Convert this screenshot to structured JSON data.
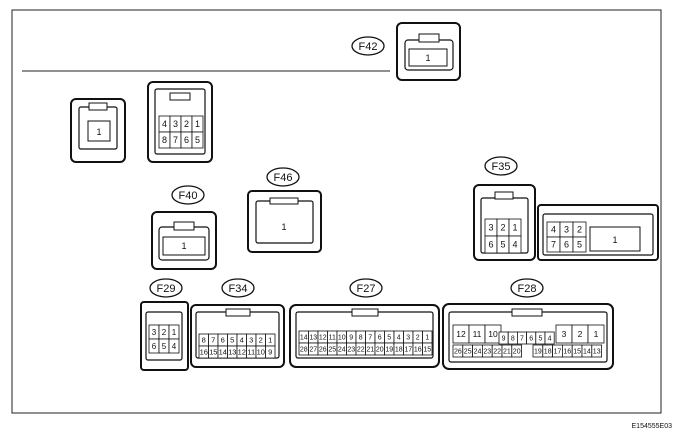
{
  "figure": {
    "code": "E154555E03"
  },
  "connectors": [
    {
      "id": "unlabeled-left-small",
      "label": "",
      "cells": [
        "1"
      ]
    },
    {
      "id": "unlabeled-left-8pin",
      "label": "",
      "cells": [
        "4",
        "3",
        "2",
        "1",
        "8",
        "7",
        "6",
        "5"
      ]
    },
    {
      "id": "F42",
      "label": "F42",
      "cells": [
        "1"
      ]
    },
    {
      "id": "F40",
      "label": "F40",
      "cells": [
        "1"
      ]
    },
    {
      "id": "F46",
      "label": "F46",
      "cells": [
        "1"
      ]
    },
    {
      "id": "F35",
      "label": "F35",
      "cells": [
        "3",
        "2",
        "1",
        "6",
        "5",
        "4"
      ]
    },
    {
      "id": "F35-side",
      "label": "",
      "cells": [
        "4",
        "3",
        "2",
        "7",
        "6",
        "5",
        "1"
      ]
    },
    {
      "id": "F29",
      "label": "F29",
      "cells": [
        "3",
        "2",
        "1",
        "6",
        "5",
        "4"
      ]
    },
    {
      "id": "F34",
      "label": "F34",
      "cells": [
        "8",
        "7",
        "6",
        "5",
        "4",
        "3",
        "2",
        "1",
        "16",
        "15",
        "14",
        "13",
        "12",
        "11",
        "10",
        "9"
      ]
    },
    {
      "id": "F27",
      "label": "F27",
      "cells": [
        "14",
        "13",
        "12",
        "11",
        "10",
        "9",
        "8",
        "7",
        "6",
        "5",
        "4",
        "3",
        "2",
        "1",
        "28",
        "27",
        "26",
        "25",
        "24",
        "23",
        "22",
        "21",
        "20",
        "19",
        "18",
        "17",
        "16",
        "15"
      ]
    },
    {
      "id": "F28",
      "label": "F28",
      "cells": [
        "12",
        "11",
        "10",
        "9",
        "8",
        "7",
        "6",
        "5",
        "4",
        "3",
        "2",
        "1",
        "26",
        "25",
        "24",
        "23",
        "22",
        "21",
        "20",
        "19",
        "18",
        "17",
        "16",
        "15",
        "14",
        "13"
      ]
    }
  ]
}
